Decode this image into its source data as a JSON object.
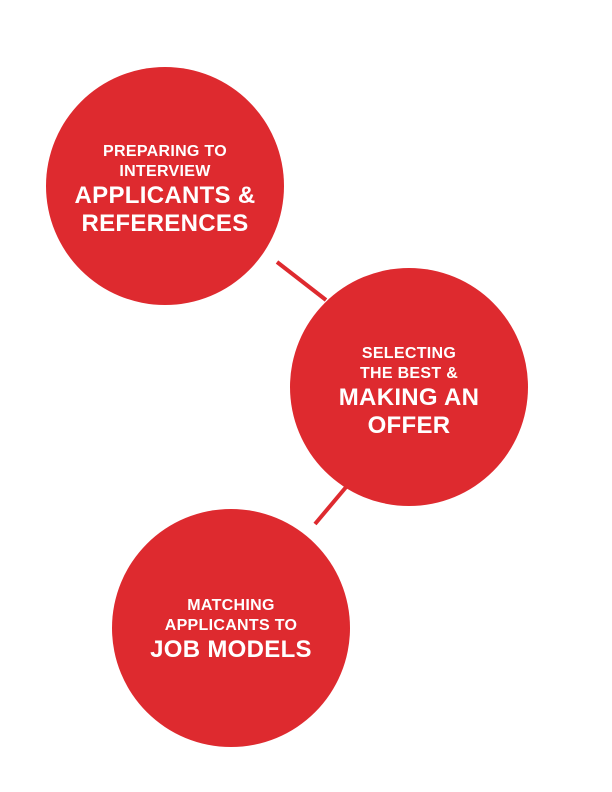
{
  "diagram": {
    "color": "#de2a2f",
    "nodes": [
      {
        "small_lines": [
          "PREPARING TO",
          "INTERVIEW"
        ],
        "large_lines": [
          "APPLICANTS &",
          "REFERENCES"
        ]
      },
      {
        "small_lines": [
          "SELECTING",
          "THE BEST &"
        ],
        "large_lines": [
          "MAKING AN",
          "OFFER"
        ]
      },
      {
        "small_lines": [
          "MATCHING",
          "APPLICANTS TO"
        ],
        "large_lines": [
          "JOB MODELS"
        ]
      }
    ]
  }
}
